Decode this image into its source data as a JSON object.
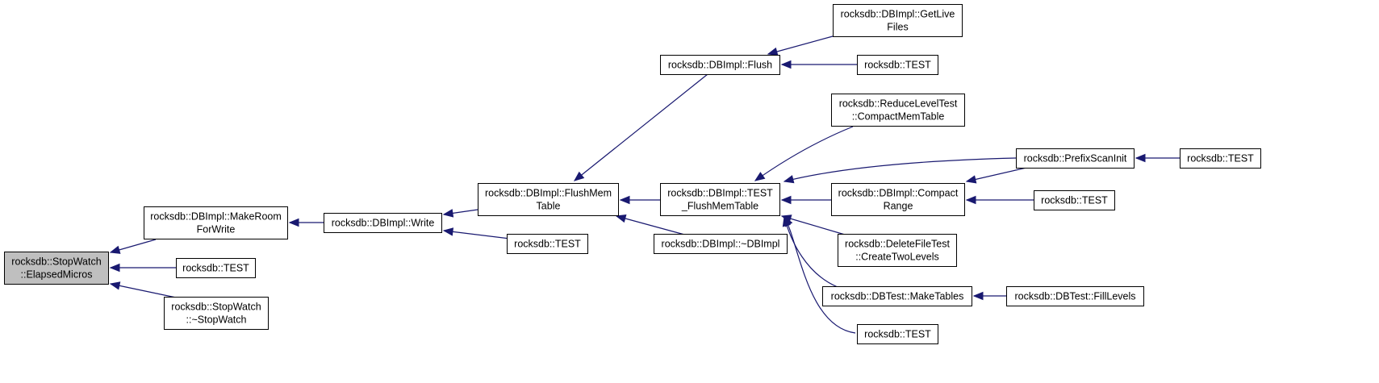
{
  "graph": {
    "edge_color": "#191970",
    "root_fill": "#bfbfbf",
    "nodes": [
      {
        "id": "root",
        "lines": [
          "rocksdb::StopWatch",
          "::ElapsedMicros"
        ]
      },
      {
        "id": "makeroom",
        "lines": [
          "rocksdb::DBImpl::MakeRoom",
          "ForWrite"
        ]
      },
      {
        "id": "test_a",
        "lines": [
          "rocksdb::TEST"
        ]
      },
      {
        "id": "stopwatch_dtor",
        "lines": [
          "rocksdb::StopWatch",
          "::~StopWatch"
        ]
      },
      {
        "id": "write",
        "lines": [
          "rocksdb::DBImpl::Write"
        ]
      },
      {
        "id": "flushmem",
        "lines": [
          "rocksdb::DBImpl::FlushMem",
          "Table"
        ]
      },
      {
        "id": "test_b",
        "lines": [
          "rocksdb::TEST"
        ]
      },
      {
        "id": "flush",
        "lines": [
          "rocksdb::DBImpl::Flush"
        ]
      },
      {
        "id": "test_flushmem",
        "lines": [
          "rocksdb::DBImpl::TEST",
          "_FlushMemTable"
        ]
      },
      {
        "id": "dbimpl_dtor",
        "lines": [
          "rocksdb::DBImpl::~DBImpl"
        ]
      },
      {
        "id": "getlive",
        "lines": [
          "rocksdb::DBImpl::GetLive",
          "Files"
        ]
      },
      {
        "id": "test_c",
        "lines": [
          "rocksdb::TEST"
        ]
      },
      {
        "id": "reducelevel",
        "lines": [
          "rocksdb::ReduceLevelTest",
          "::CompactMemTable"
        ]
      },
      {
        "id": "compactrange",
        "lines": [
          "rocksdb::DBImpl::Compact",
          "Range"
        ]
      },
      {
        "id": "deletefile",
        "lines": [
          "rocksdb::DeleteFileTest",
          "::CreateTwoLevels"
        ]
      },
      {
        "id": "maketables",
        "lines": [
          "rocksdb::DBTest::MakeTables"
        ]
      },
      {
        "id": "test_d",
        "lines": [
          "rocksdb::TEST"
        ]
      },
      {
        "id": "prefixscan",
        "lines": [
          "rocksdb::PrefixScanInit"
        ]
      },
      {
        "id": "test_e",
        "lines": [
          "rocksdb::TEST"
        ]
      },
      {
        "id": "filllevels",
        "lines": [
          "rocksdb::DBTest::FillLevels"
        ]
      },
      {
        "id": "test_f",
        "lines": [
          "rocksdb::TEST"
        ]
      }
    ],
    "edges": [
      {
        "from": "makeroom",
        "to": "root"
      },
      {
        "from": "test_a",
        "to": "root"
      },
      {
        "from": "stopwatch_dtor",
        "to": "root"
      },
      {
        "from": "write",
        "to": "makeroom"
      },
      {
        "from": "flushmem",
        "to": "write"
      },
      {
        "from": "test_b",
        "to": "write"
      },
      {
        "from": "flush",
        "to": "flushmem"
      },
      {
        "from": "test_flushmem",
        "to": "flushmem"
      },
      {
        "from": "dbimpl_dtor",
        "to": "flushmem"
      },
      {
        "from": "getlive",
        "to": "flush"
      },
      {
        "from": "test_c",
        "to": "flush"
      },
      {
        "from": "reducelevel",
        "to": "test_flushmem"
      },
      {
        "from": "prefixscan",
        "to": "test_flushmem"
      },
      {
        "from": "compactrange",
        "to": "test_flushmem"
      },
      {
        "from": "deletefile",
        "to": "test_flushmem"
      },
      {
        "from": "maketables",
        "to": "test_flushmem"
      },
      {
        "from": "test_d",
        "to": "test_flushmem"
      },
      {
        "from": "prefixscan",
        "to": "compactrange"
      },
      {
        "from": "test_e",
        "to": "compactrange"
      },
      {
        "from": "test_f",
        "to": "prefixscan"
      },
      {
        "from": "filllevels",
        "to": "maketables"
      }
    ]
  }
}
